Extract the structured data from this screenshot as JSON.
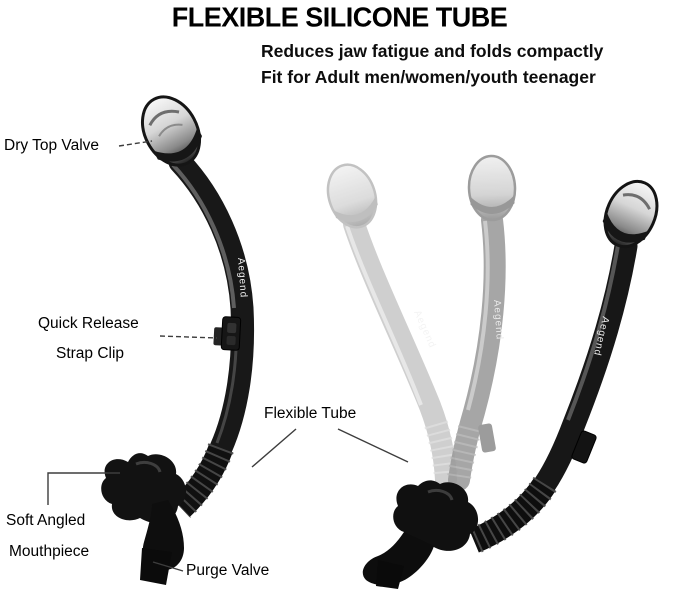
{
  "title": "FLEXIBLE SILICONE TUBE",
  "subtitle": {
    "line1": "Reduces jaw fatigue and folds compactly",
    "line2": "Fit for Adult men/women/youth teenager"
  },
  "labels": {
    "dry_top_valve": "Dry Top Valve",
    "quick_release": "Quick Release",
    "strap_clip": "Strap Clip",
    "flexible_tube": "Flexible Tube",
    "soft_angled": "Soft Angled",
    "mouthpiece": "Mouthpiece",
    "purge_valve": "Purge Valve"
  },
  "brand": "Aegend",
  "colors": {
    "background": "#ffffff",
    "text": "#000000",
    "snorkel_black": "#161616",
    "ghost_medium": "#9a9a9a",
    "ghost_light": "#c6c6c6"
  }
}
